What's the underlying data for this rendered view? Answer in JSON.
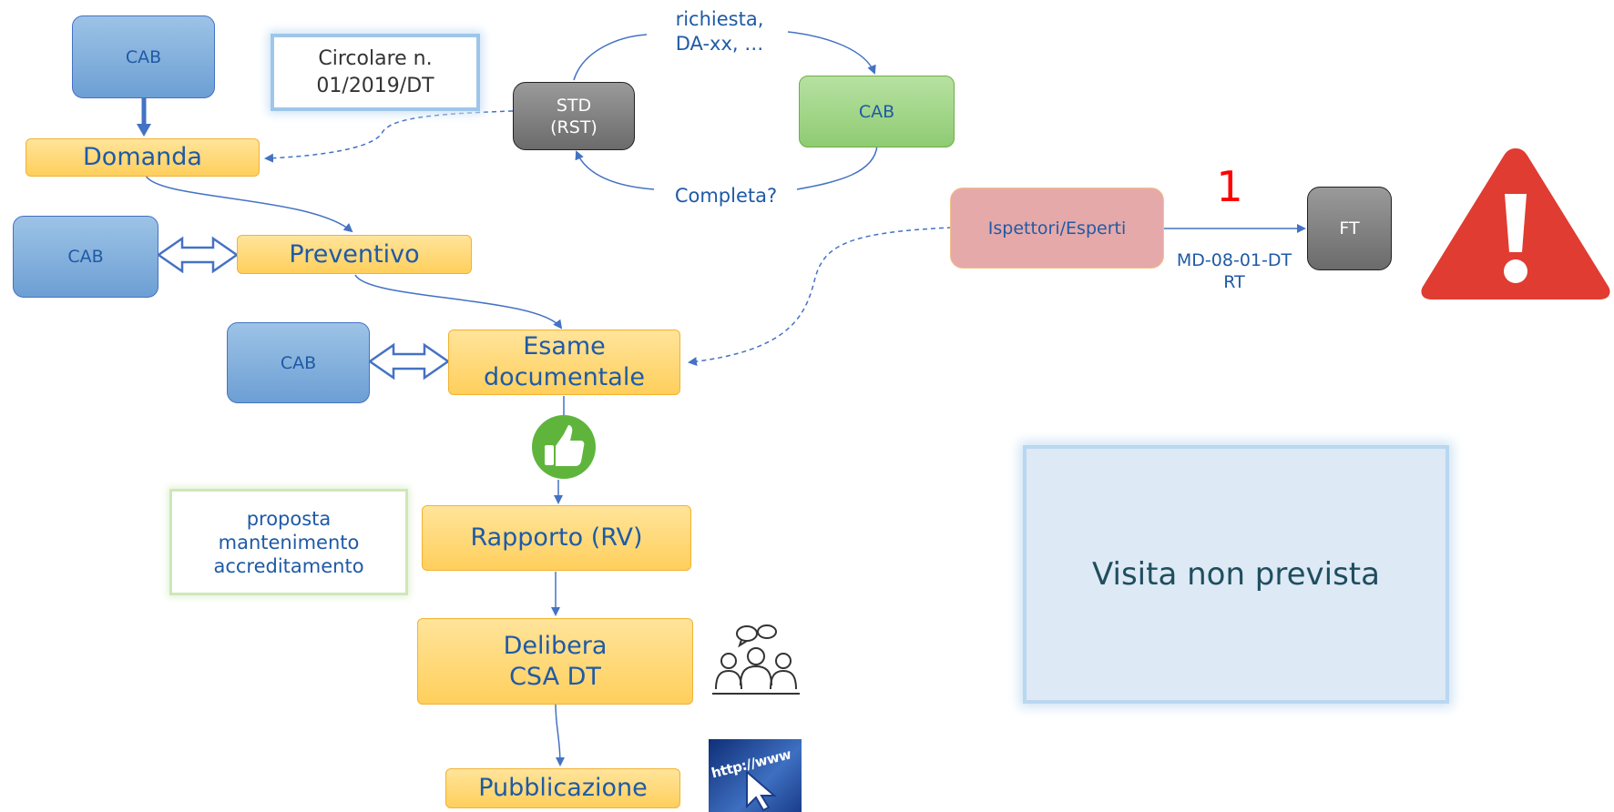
{
  "cab_top": "CAB",
  "circolare": [
    "Circolare n.",
    "01/2019/DT"
  ],
  "std": [
    "STD",
    "(RST)"
  ],
  "cab_green": "CAB",
  "richiesta": [
    "richiesta,",
    "DA-xx, …"
  ],
  "completa": "Completa?",
  "domanda": "Domanda",
  "cab_preventivo": "CAB",
  "preventivo": "Preventivo",
  "cab_esame": "CAB",
  "esame": [
    "Esame",
    "documentale"
  ],
  "ispettori": "Ispettori/Esperti",
  "ft": "FT",
  "number_one": "1",
  "md": [
    "MD-08-01-DT",
    "RT"
  ],
  "proposta": [
    "proposta",
    "mantenimento",
    "accreditamento"
  ],
  "rapporto": "Rapporto (RV)",
  "delibera": [
    "Delibera",
    "CSA DT"
  ],
  "pubblicazione": "Pubblicazione",
  "visita": "Visita non prevista",
  "http_label": "http://www",
  "icons": [
    "thumbs-up-icon",
    "meeting-people-icon",
    "http-cursor-icon",
    "warning-triangle-icon"
  ],
  "colors": {
    "accent_blue": "#4472c4",
    "text_blue": "#1f5aa6",
    "warning_red": "#e03c31",
    "thumb_green": "#5fb53c"
  }
}
